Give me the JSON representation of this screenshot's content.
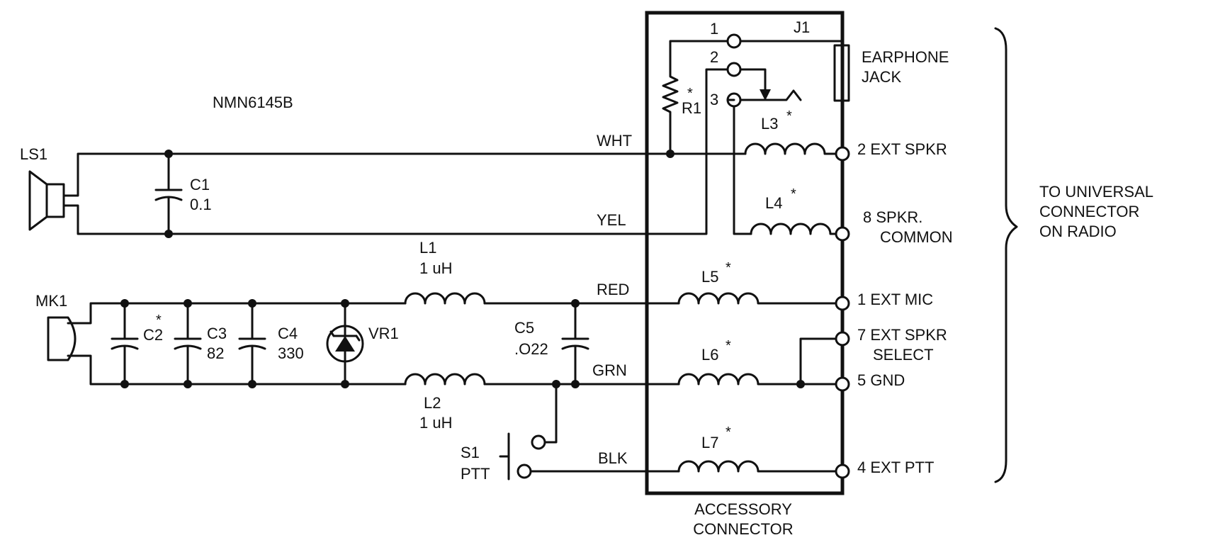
{
  "title": "NMN6145B",
  "colors": {
    "ink": "#111111",
    "paper": "#ffffff"
  },
  "accessory_connector": {
    "line1": "ACCESSORY",
    "line2": "CONNECTOR"
  },
  "earphone_jack": {
    "ref": "J1",
    "line1": "EARPHONE",
    "line2": "JACK",
    "pins": [
      "1",
      "2",
      "3"
    ]
  },
  "to_radio": {
    "line1": "TO UNIVERSAL",
    "line2": "CONNECTOR",
    "line3": "ON RADIO"
  },
  "speaker": {
    "ref": "LS1"
  },
  "microphone": {
    "ref": "MK1"
  },
  "components": {
    "c1": {
      "ref": "C1",
      "value": "0.1"
    },
    "c2": {
      "ref": "C2",
      "star": "*"
    },
    "c3": {
      "ref": "C3",
      "value": "82"
    },
    "c4": {
      "ref": "C4",
      "value": "330"
    },
    "c5": {
      "ref": "C5",
      "value": ".O22"
    },
    "vr1": {
      "ref": "VR1"
    },
    "r1": {
      "ref": "R1",
      "star": "*"
    },
    "l1": {
      "ref": "L1",
      "value": "1 uH"
    },
    "l2": {
      "ref": "L2",
      "value": "1 uH"
    },
    "l3": {
      "ref": "L3",
      "star": "*"
    },
    "l4": {
      "ref": "L4",
      "star": "*"
    },
    "l5": {
      "ref": "L5",
      "star": "*"
    },
    "l6": {
      "ref": "L6",
      "star": "*"
    },
    "l7": {
      "ref": "L7",
      "star": "*"
    },
    "s1": {
      "ref": "S1",
      "value": "PTT"
    }
  },
  "wires": {
    "wht": "WHT",
    "yel": "YEL",
    "red": "RED",
    "grn": "GRN",
    "blk": "BLK"
  },
  "pins": {
    "p2": "2 EXT SPKR",
    "p8": "8 SPKR.",
    "p8b": "COMMON",
    "p1": "1 EXT MIC",
    "p7": "7 EXT SPKR",
    "p7b": "SELECT",
    "p5": "5 GND",
    "p4": "4 EXT PTT"
  }
}
